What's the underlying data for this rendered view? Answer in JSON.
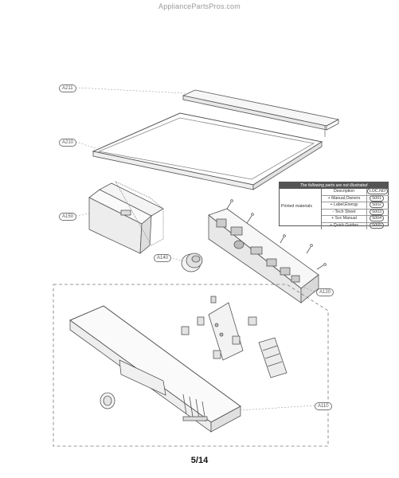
{
  "watermark": "AppliancePartsPros.com",
  "page_number": "5/14",
  "callouts": {
    "a211": "A211",
    "a210": "A210",
    "a150": "A150",
    "a140": "A140",
    "a120": "A120",
    "a110": "A110"
  },
  "notice_table": {
    "header": "The following parts are not illustrated",
    "group_label": "Printed materials",
    "rows": [
      {
        "description": "Description",
        "code": "LOC.NO"
      },
      {
        "description": "+ Manual,Owners",
        "code": "S001"
      },
      {
        "description": "+ Label,Energy",
        "code": "S002"
      },
      {
        "description": "- Tech Sheet",
        "code": "S003"
      },
      {
        "description": "+ Svc Manual",
        "code": "S004"
      },
      {
        "description": "+ Quick Guides",
        "code": "S005"
      }
    ]
  }
}
